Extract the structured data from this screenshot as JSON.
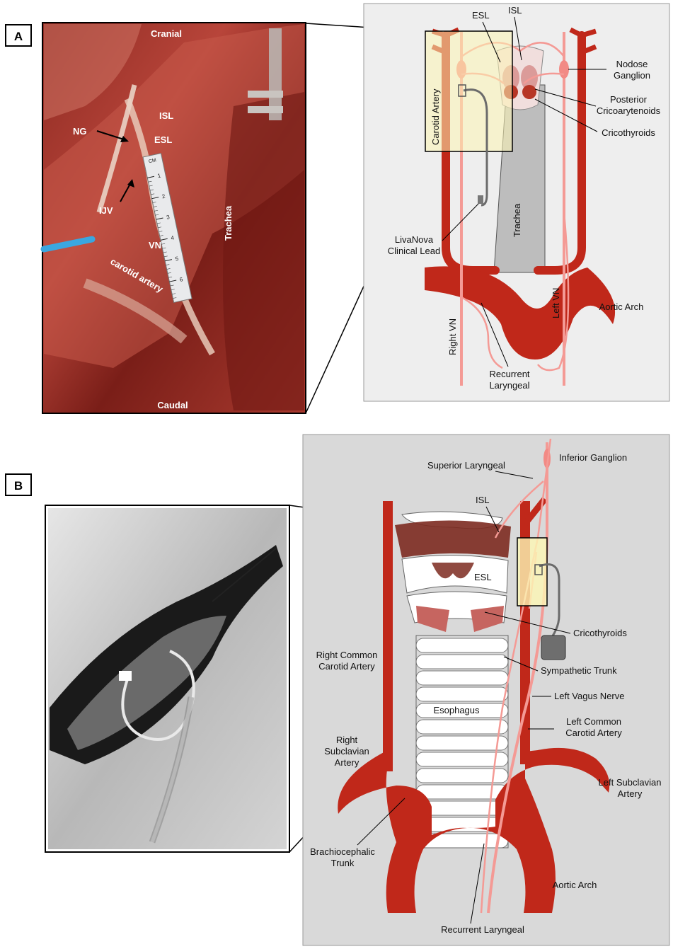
{
  "panelA": {
    "letter": "A",
    "photo_labels": {
      "cranial": "Cranial",
      "caudal": "Caudal",
      "ng": "NG",
      "isl": "ISL",
      "esl": "ESL",
      "ijv": "IJV",
      "vn": "VN",
      "carotid": "carotid artery",
      "trachea": "Trachea",
      "ruler_unit": "CM",
      "ruler_ticks": [
        "1",
        "2",
        "3",
        "4",
        "5",
        "6"
      ]
    },
    "diagram_labels": {
      "esl": "ESL",
      "isl": "ISL",
      "nodose_1": "Nodose",
      "nodose_2": "Ganglion",
      "posterior_1": "Posterior",
      "posterior_2": "Cricoarytenoids",
      "cricothyroids": "Cricothyroids",
      "carotid_artery": "Carotid Artery",
      "trachea": "Trachea",
      "livanova_1": "LivaNova",
      "livanova_2": "Clinical Lead",
      "left_vn": "Left VN",
      "aortic_arch": "Aortic Arch",
      "right_vn": "Right VN",
      "recurrent_1": "Recurrent",
      "recurrent_2": "Laryngeal"
    }
  },
  "panelB": {
    "letter": "B",
    "diagram_labels": {
      "inferior_ganglion": "Inferior Ganglion",
      "superior_laryngeal": "Superior Laryngeal",
      "isl": "ISL",
      "esl": "ESL",
      "cricothyroids": "Cricothyroids",
      "right_common_1": "Right Common",
      "right_common_2": "Carotid Artery",
      "sympathetic_trunk": "Sympathetic Trunk",
      "left_vagus": "Left Vagus Nerve",
      "esophagus": "Esophagus",
      "left_common_1": "Left Common",
      "left_common_2": "Carotid Artery",
      "right_sub_1": "Right",
      "right_sub_2": "Subclavian",
      "right_sub_3": "Artery",
      "left_sub_1": "Left Subclavian",
      "left_sub_2": "Artery",
      "brachio_1": "Brachiocephalic",
      "brachio_2": "Trunk",
      "aortic_arch": "Aortic Arch",
      "recurrent_laryngeal": "Recurrent Laryngeal"
    }
  },
  "colors": {
    "artery": "#C0281A",
    "nerve": "#F49A95",
    "panel_bg": "#EEEEEE",
    "panelB_bg": "#D9D9D9",
    "highlight": "#FDF6B4",
    "trachea": "#BDBDBD"
  }
}
